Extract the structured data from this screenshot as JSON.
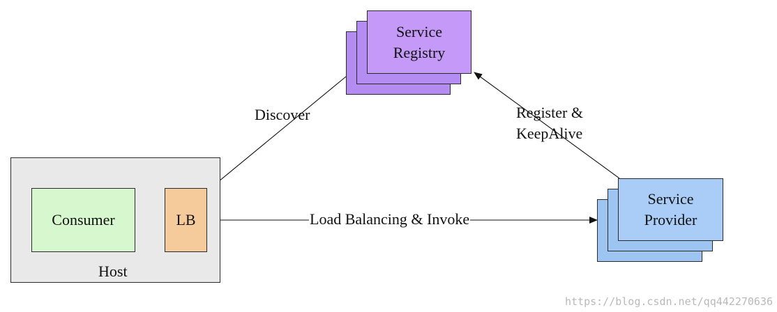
{
  "registry": {
    "line1": "Service",
    "line2": "Registry"
  },
  "provider": {
    "line1": "Service",
    "line2": "Provider"
  },
  "host": {
    "label": "Host",
    "consumer": "Consumer",
    "lb": "LB"
  },
  "edges": {
    "discover": "Discover",
    "register_line1": "Register &",
    "register_line2": "KeepAlive",
    "invoke": "Load Balancing & Invoke"
  },
  "watermark": "https://blog.csdn.net/qq442270636",
  "colors": {
    "registry": "#c499f7",
    "provider": "#a9cdf6",
    "host": "#e9e9e9",
    "consumer": "#d7f8cf",
    "lb": "#f6cb9c"
  }
}
